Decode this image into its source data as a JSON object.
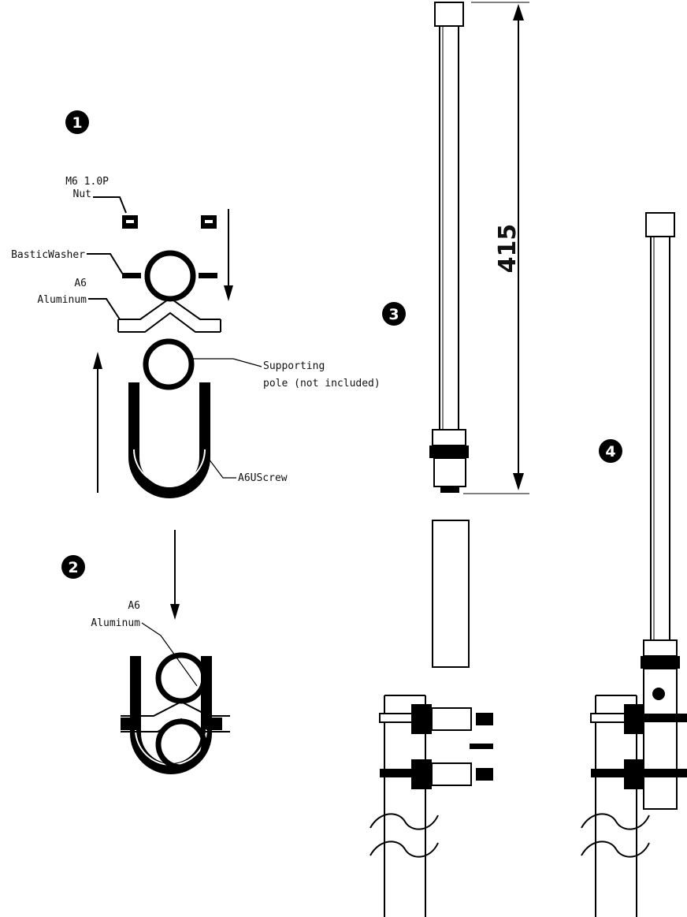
{
  "steps": {
    "s1": "1",
    "s2": "2",
    "s3": "3",
    "s4": "4"
  },
  "labels": {
    "nut_line1": "M6 1.0P",
    "nut_line2": "Nut",
    "washer": "BasticWasher",
    "aluminum_a_line1": "A6",
    "aluminum_a_line2": "Aluminum",
    "pole_line1": "Supporting",
    "pole_line2": "pole (not included)",
    "uscrew": "A6UScrew",
    "aluminum_b_line1": "A6",
    "aluminum_b_line2": "Aluminum"
  },
  "dimension": {
    "antenna_length": "415"
  }
}
